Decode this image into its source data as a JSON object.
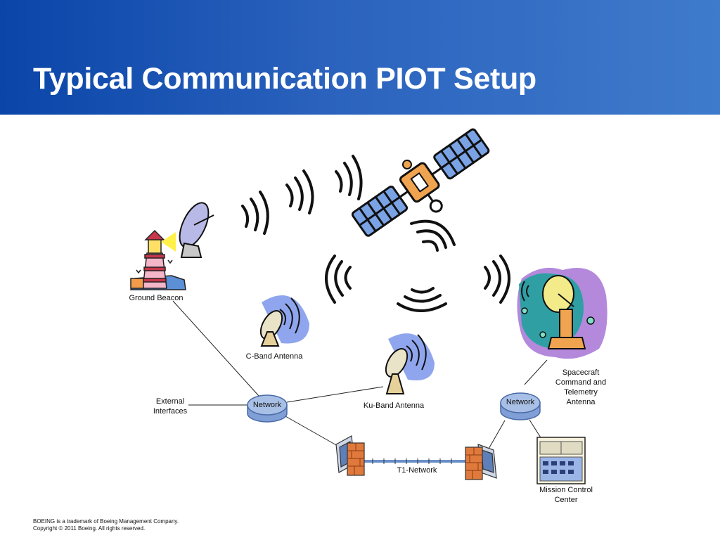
{
  "slide": {
    "title": "Typical Communication PIOT Setup"
  },
  "nodes": {
    "ground_beacon": "Ground Beacon",
    "c_band_antenna": "C-Band Antenna",
    "ku_band_antenna": "Ku-Band Antenna",
    "external_interfaces": "External\nInterfaces",
    "network_left": "Network",
    "network_right": "Network",
    "t1_network": "T1-Network",
    "spacecraft_antenna": "Spacecraft\nCommand and\nTelemetry\nAntenna",
    "mission_control": "Mission Control\nCenter"
  },
  "footer": {
    "line1": "BOEING is a trademark of Boeing Management Company.",
    "line2": "Copyright © 2011 Boeing. All rights reserved."
  },
  "colors": {
    "header_start": "#0a45a8",
    "header_end": "#3f7bcc",
    "network_node": "#a9c0e6",
    "satellite_panel": "#7aa3e6",
    "satellite_body": "#f0a450"
  }
}
